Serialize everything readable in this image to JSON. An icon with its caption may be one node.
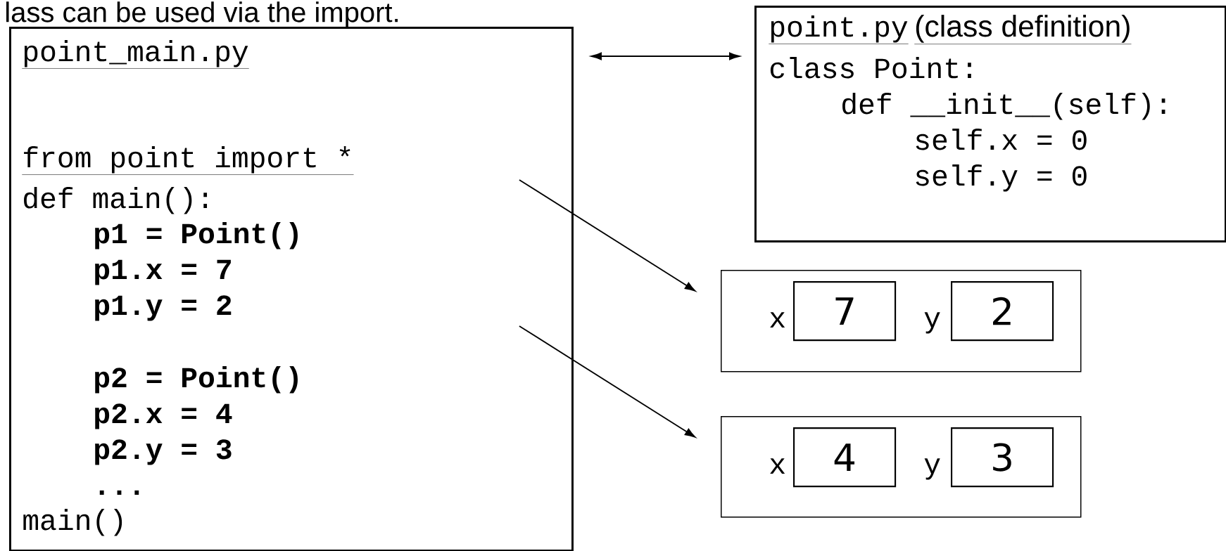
{
  "diagram": {
    "title": "lass can be used via the import.",
    "nodes": [
      {
        "text": [
          "point_main.py",
          "from point import *",
          "def main():",
          "p1 = Point()",
          "p1.x = 7",
          "p1.y = 2",
          "p2 = Point()",
          "p2.x = 4",
          "p2.y = 3",
          "...",
          "main()"
        ]
      },
      {
        "text": [
          "point.py",
          "(class definition)",
          "class Point:",
          "def __init__(self):",
          "self.x = 0",
          "self.y = 0"
        ]
      },
      {
        "text": [
          "x",
          "y"
        ]
      },
      {
        "text": [
          "7"
        ],
        "in": 2
      },
      {
        "text": [
          "2"
        ],
        "in": 2
      },
      {
        "text": [
          "x",
          "y"
        ]
      },
      {
        "text": [
          "4"
        ],
        "in": 5
      },
      {
        "text": [
          "3"
        ],
        "in": 5
      }
    ],
    "edges": [
      {
        "from": 0,
        "to": 1,
        "arrow": "both"
      },
      {
        "from": 0,
        "to": 2,
        "arrow": "to"
      },
      {
        "from": 0,
        "to": 5,
        "arrow": "to"
      }
    ]
  }
}
